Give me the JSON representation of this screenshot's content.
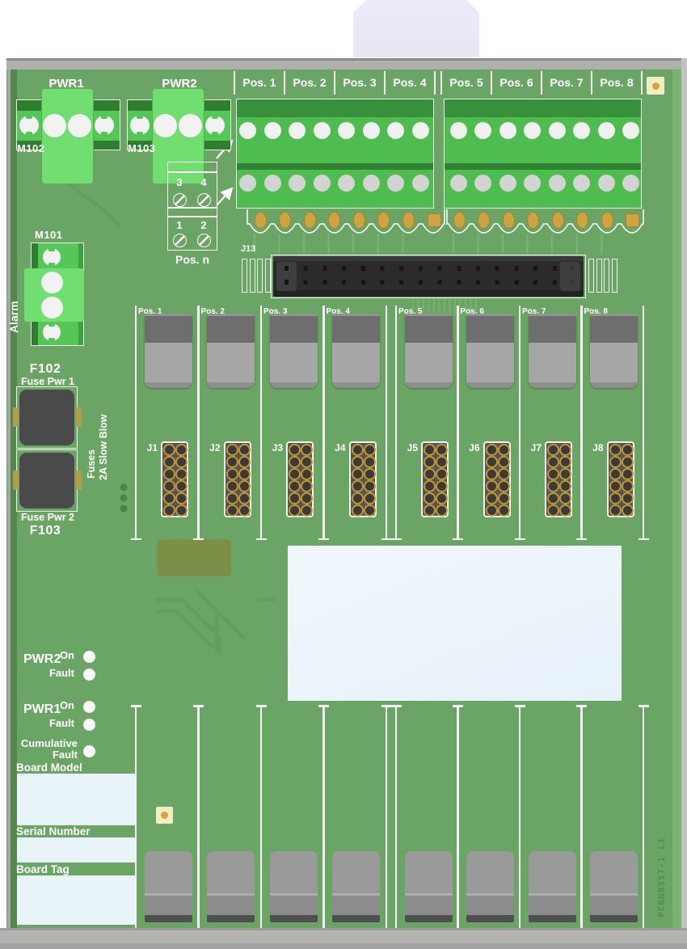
{
  "header_positions": [
    "Pos. 1",
    "Pos. 2",
    "Pos. 3",
    "Pos. 4",
    "Pos. 5",
    "Pos. 6",
    "Pos. 7",
    "Pos. 8"
  ],
  "power_inputs": {
    "pwr1_label": "PWR1",
    "pwr1_ref": "M102",
    "pwr2_label": "PWR2",
    "pwr2_ref": "M103"
  },
  "alarm": {
    "ref": "M101",
    "label": "Alarm"
  },
  "pos_n_detail": {
    "caption": "Pos. n",
    "top_terminals": [
      "3",
      "4"
    ],
    "bottom_terminals": [
      "1",
      "2"
    ]
  },
  "bus_connector": {
    "ref": "J13"
  },
  "relay_sockets": [
    "Pos. 1",
    "Pos. 2",
    "Pos. 3",
    "Pos. 4",
    "Pos. 5",
    "Pos. 6",
    "Pos. 7",
    "Pos. 8"
  ],
  "jumpers": [
    "J1",
    "J2",
    "J3",
    "J4",
    "J5",
    "J6",
    "J7",
    "J8"
  ],
  "fuses": {
    "f102_ref": "F102",
    "f102_label": "Fuse Pwr 1",
    "f103_ref": "F103",
    "f103_label": "Fuse Pwr 2",
    "note": [
      "Fuses",
      "2A Slow Blow"
    ]
  },
  "indicators": {
    "pwr2": {
      "name": "PWR2",
      "on": "On",
      "fault": "Fault"
    },
    "pwr1": {
      "name": "PWR1",
      "on": "On",
      "fault": "Fault"
    },
    "cumulative": [
      "Cumulative",
      "Fault"
    ]
  },
  "id_fields": {
    "board_model": "Board Model",
    "serial_number": "Serial Number",
    "board_tag": "Board Tag"
  },
  "silkscreen": {
    "part_number": "PCBN0357-1 L1"
  },
  "colors": {
    "board_green": "#6BA565",
    "connector_green": "#4FBC4F",
    "connector_green_bright": "#70DE70",
    "connector_green_dark": "#2F7D2F",
    "pad_gold": "#CFA242",
    "silk_white": "#FFFFFF",
    "label_field_blue": "#E9F4F9",
    "fiducial_gold": "#D8A53C"
  }
}
